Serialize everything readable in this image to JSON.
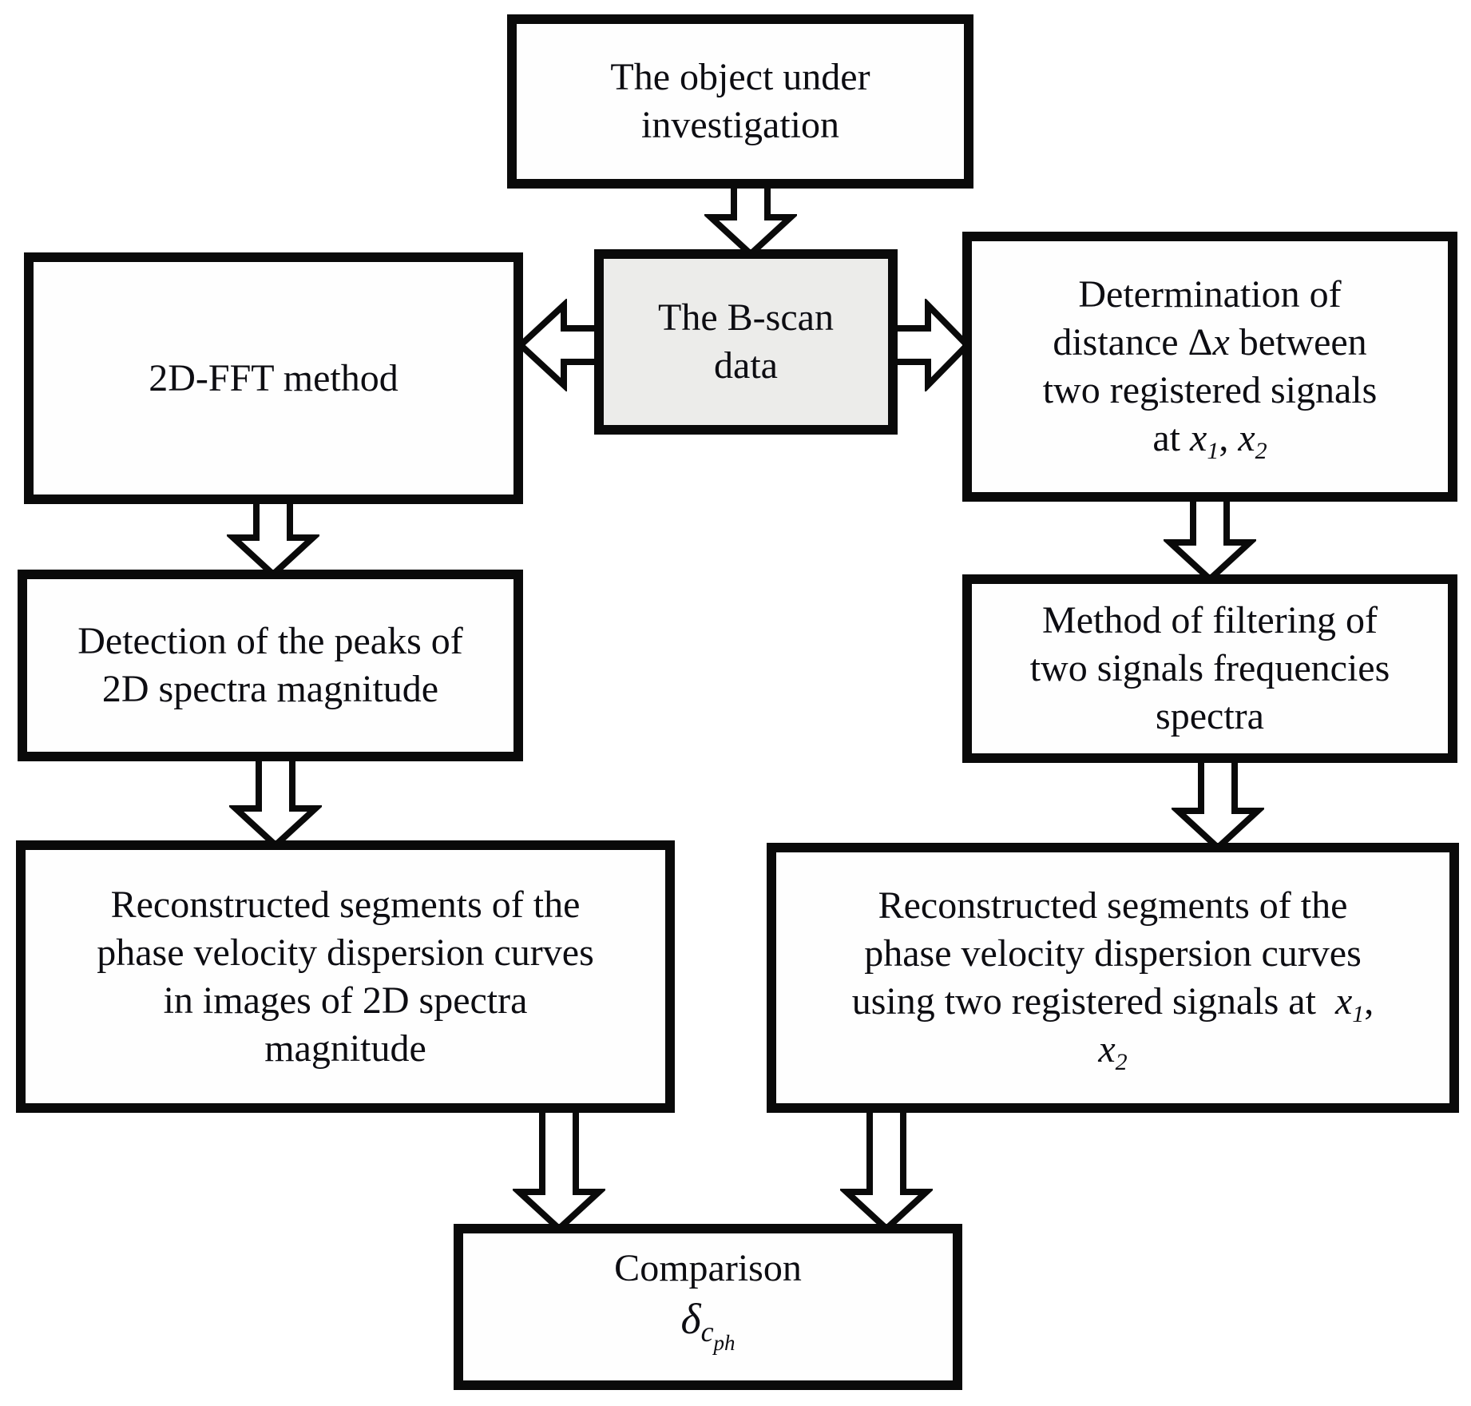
{
  "flowchart": {
    "title": "B-scan phase velocity dispersion methods flowchart",
    "colors": {
      "background": "#ffffff",
      "box_border": "#0a0a0a",
      "box_fill": "#fefefe",
      "bscan_fill": "#ececea",
      "text": "#0d0d12",
      "arrow_fill": "#ffffff"
    },
    "boxes": {
      "object": {
        "line1": "The object under",
        "line2": "investigation"
      },
      "bscan": {
        "line1": "The B-scan",
        "line2": "data"
      },
      "fft": {
        "line1": "2D-FFT method"
      },
      "determination": {
        "line1": "Determination of",
        "line2_prefix": "distance Δ",
        "line2_var": "x",
        "line2_suffix": " between",
        "line3": "two registered signals",
        "line4_prefix": "at ",
        "var1": "x",
        "var1_sub": "1",
        "separator": ", ",
        "var2": "x",
        "var2_sub": "2"
      },
      "detection": {
        "line1": "Detection of the peaks of",
        "line2": "2D spectra magnitude"
      },
      "filtering": {
        "line1": "Method of filtering of",
        "line2": "two signals frequencies",
        "line3": "spectra"
      },
      "recon_2dfft": {
        "line1": "Reconstructed segments of the",
        "line2": "phase velocity dispersion curves",
        "line3": "in images of 2D spectra",
        "line4": "magnitude"
      },
      "recon_signals": {
        "line1": "Reconstructed segments of the",
        "line2": "phase velocity dispersion curves",
        "line3_prefix": "using two registered signals at  ",
        "var1": "x",
        "var1_sub": "1",
        "line3_suffix": ",",
        "var2": "x",
        "var2_sub": "2"
      },
      "comparison": {
        "line1": "Comparison",
        "delta": "δ",
        "delta_sub": "c",
        "delta_subsub": "ph"
      }
    },
    "connectors": [
      {
        "from": "object",
        "to": "bscan",
        "direction": "down"
      },
      {
        "from": "bscan",
        "to": "fft",
        "direction": "left"
      },
      {
        "from": "bscan",
        "to": "determination",
        "direction": "right"
      },
      {
        "from": "fft",
        "to": "detection",
        "direction": "down"
      },
      {
        "from": "determination",
        "to": "filtering",
        "direction": "down"
      },
      {
        "from": "detection",
        "to": "recon_2dfft",
        "direction": "down"
      },
      {
        "from": "filtering",
        "to": "recon_signals",
        "direction": "down"
      },
      {
        "from": "recon_2dfft",
        "to": "comparison",
        "direction": "down"
      },
      {
        "from": "recon_signals",
        "to": "comparison",
        "direction": "down"
      }
    ]
  }
}
